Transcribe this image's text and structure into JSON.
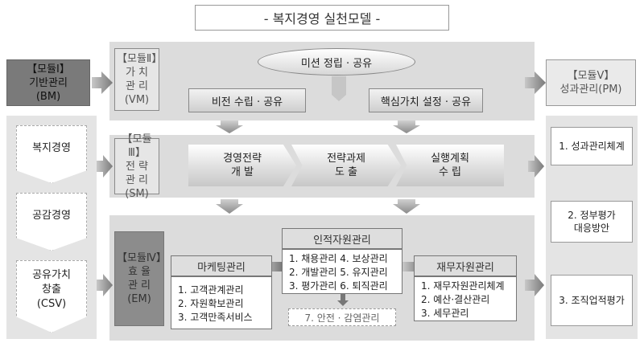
{
  "title": "- 복지경영 실천모델 -",
  "module1": {
    "line1": "【모듈Ⅰ】",
    "line2": "기반관리",
    "line3": "(BM)"
  },
  "module2": {
    "line1": "【모듈Ⅱ】",
    "line2": "가 치",
    "line3": "관 리",
    "line4": "(VM)"
  },
  "module3": {
    "line1": "【모듈Ⅲ】",
    "line2": "전 략",
    "line3": "관 리",
    "line4": "(SM)"
  },
  "module4": {
    "line1": "【모듈Ⅳ】",
    "line2": "효 율",
    "line3": "관 리",
    "line4": "(EM)"
  },
  "module5": {
    "line1": "【모듈Ⅴ】",
    "line2": "성과관리(PM)"
  },
  "value": {
    "mission": "미션 정립 · 공유",
    "vision": "비전 수립 · 공유",
    "core": "핵심가치 설정 · 공유"
  },
  "strategy": {
    "step1": {
      "line1": "경영전략",
      "line2": "개 발"
    },
    "step2": {
      "line1": "전략과제",
      "line2": "도 출"
    },
    "step3": {
      "line1": "실행계획",
      "line2": "수 립"
    }
  },
  "marketing": {
    "title": "마케팅관리",
    "items": [
      "1. 고객관계관리",
      "2. 자원확보관리",
      "3. 고객만족서비스"
    ]
  },
  "hr": {
    "title": "인적자원관리",
    "rows": [
      "1. 채용관리 4. 보상관리",
      "2. 개발관리 5. 유지관리",
      "3. 평가관리 6. 퇴직관리"
    ],
    "extra": "7. 안전 · 감염관리"
  },
  "finance": {
    "title": "재무자원관리",
    "items": [
      "1. 재무자원관리체계",
      "2. 예산·결산관리",
      "3. 세무관리"
    ]
  },
  "left": {
    "welfare": "복지경영",
    "empathy": "공감경영",
    "csv": {
      "line1": "공유가치",
      "line2": "창출",
      "line3": "(CSV)"
    }
  },
  "right": {
    "item1": "1. 성과관리체계",
    "item2": {
      "line1": "2. 정부평가",
      "line2": "대응방안"
    },
    "item3": "3. 조직업적평가"
  }
}
